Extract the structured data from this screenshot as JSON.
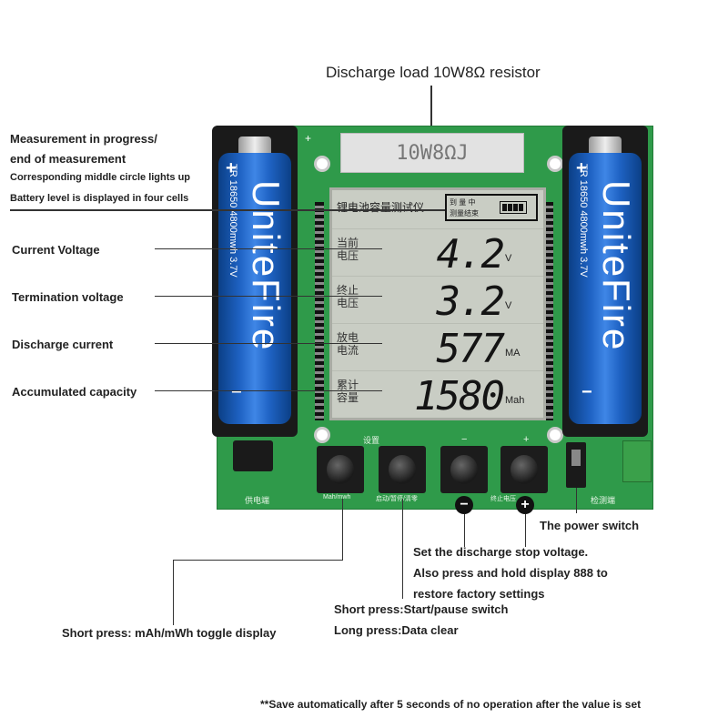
{
  "resistor_caption": "Discharge load 10W8Ω resistor",
  "resistor_marking": "10W8ΩJ",
  "left_labels": {
    "measurement_1": "Measurement in progress/",
    "measurement_2": "end of measurement",
    "middle_circle": "Corresponding middle circle lights up",
    "battery_level": "Battery level is displayed in four cells",
    "current_voltage": "Current Voltage",
    "termination_voltage": "Termination voltage",
    "discharge_current": "Discharge current",
    "accumulated_capacity": "Accumulated capacity"
  },
  "lcd": {
    "title": "锂电池容量测试仪",
    "status_1": "到 量 中",
    "status_2": "测量结束",
    "rows": [
      {
        "label": "当前电压",
        "value": "4.2",
        "unit": "V"
      },
      {
        "label": "终止电压",
        "value": "3.2",
        "unit": "V"
      },
      {
        "label": "放电电流",
        "value": "577",
        "unit": "MA"
      },
      {
        "label": "累计容量",
        "value": "1580",
        "unit": "Mah"
      }
    ]
  },
  "battery": {
    "brand": "UniteFire",
    "spec": "TR 18650 4800mwh 3.7V",
    "plus": "+",
    "minus": "−"
  },
  "board_text": {
    "setting": "设置",
    "minus": "−",
    "plus": "+",
    "power_in": "供电端",
    "detect": "检测端",
    "btn1": "Mah/mwh",
    "btn2": "启动/暂停/清零",
    "btn3": "终止电压"
  },
  "bottom_labels": {
    "power_switch": "The power switch",
    "stop_voltage_1": "Set the discharge stop voltage.",
    "stop_voltage_2": "Also press and hold display 888 to",
    "stop_voltage_3": "restore factory settings",
    "short_press_start": "Short press:Start/pause switch",
    "long_press": "Long press:Data clear",
    "short_press_mah": "Short press: mAh/mWh toggle display",
    "footnote": "**Save automatically after 5 seconds of no operation after the value is set"
  }
}
